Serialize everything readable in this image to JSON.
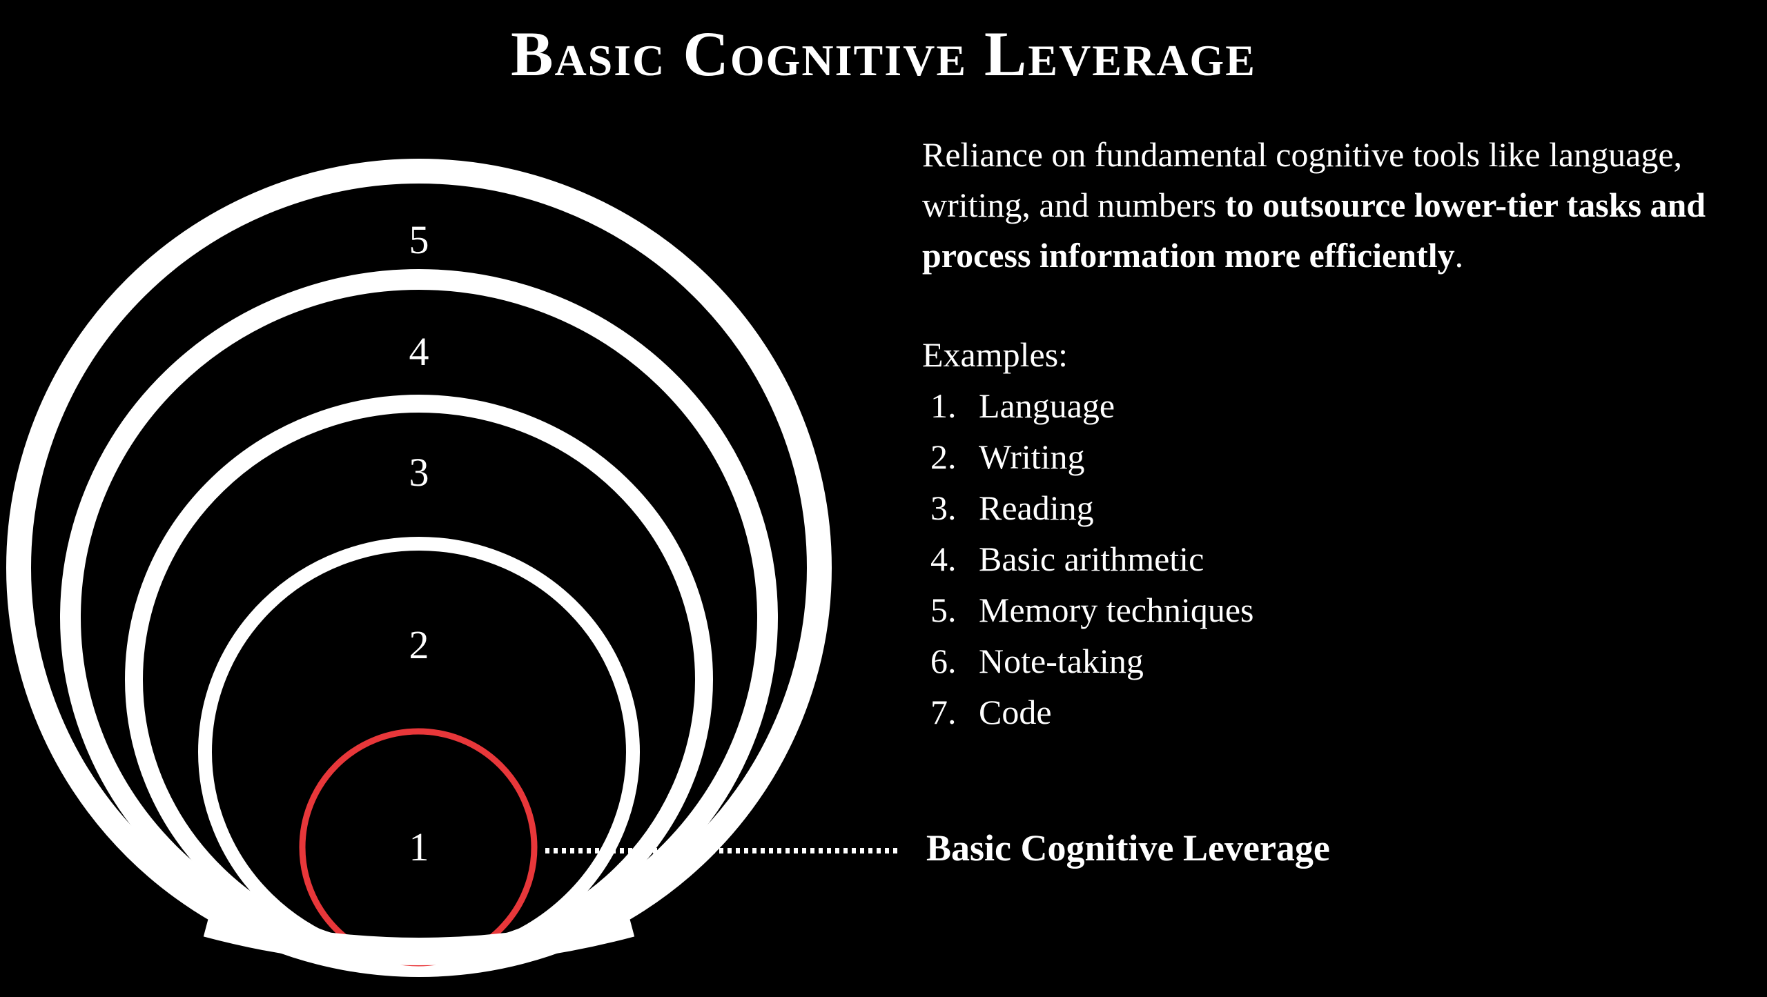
{
  "title": "Basic Cognitive Leverage",
  "description": {
    "plain": "Reliance on fundamental cognitive tools like language, writing, and numbers ",
    "bold": "to outsource lower-tier tasks and process information more efficiently",
    "end": "."
  },
  "examples": {
    "label": "Examples:",
    "items": [
      {
        "index": "1.",
        "label": "Language"
      },
      {
        "index": "2.",
        "label": "Writing"
      },
      {
        "index": "3.",
        "label": "Reading"
      },
      {
        "index": "4.",
        "label": "Basic arithmetic"
      },
      {
        "index": "5.",
        "label": "Memory techniques"
      },
      {
        "index": "6.",
        "label": "Note-taking"
      },
      {
        "index": "7.",
        "label": "Code"
      }
    ]
  },
  "diagram": {
    "levels": [
      {
        "number": "1",
        "highlighted": true,
        "color": "#e8373a"
      },
      {
        "number": "2",
        "highlighted": false,
        "color": "#ffffff"
      },
      {
        "number": "3",
        "highlighted": false,
        "color": "#ffffff"
      },
      {
        "number": "4",
        "highlighted": false,
        "color": "#ffffff"
      },
      {
        "number": "5",
        "highlighted": false,
        "color": "#ffffff"
      }
    ],
    "callout_label": "Basic Cognitive Leverage"
  },
  "colors": {
    "background": "#000000",
    "foreground": "#ffffff",
    "highlight": "#e8373a"
  }
}
